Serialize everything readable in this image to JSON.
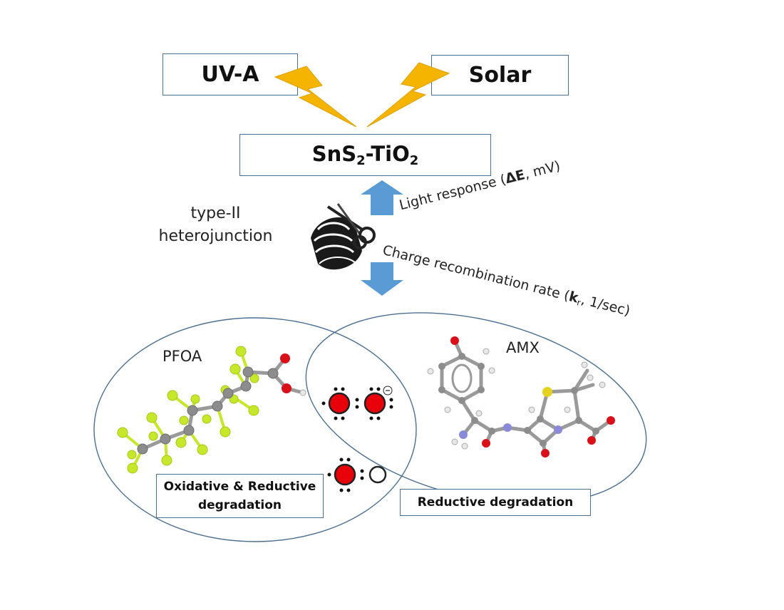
{
  "sources": {
    "left": "UV-A",
    "right": "Solar"
  },
  "catalyst": {
    "text": "SnS",
    "sub1": "2",
    "mid": "-TiO",
    "sub2": "2"
  },
  "junction": {
    "line1": "type-II",
    "line2": "heterojunction"
  },
  "light_response": {
    "prefix": "Light response (",
    "bold": "ΔE",
    "suffix": ", mV)"
  },
  "recombination": {
    "prefix": "Charge recombination rate (",
    "bold": "k",
    "sub": "r",
    "suffix": ", 1/sec)"
  },
  "sets": {
    "left": "PFOA",
    "right": "AMX"
  },
  "outcomes": {
    "left_line1": "Oxidative & Reductive",
    "left_line2": "degradation",
    "right": "Reductive degradation"
  },
  "colors": {
    "border": "#4a6f91",
    "bolt": "#f5b400",
    "arrow": "#5b9bd5",
    "radical": "#e8000b",
    "fluorine": "#c6e82a",
    "carbon": "#8c8c8c",
    "oxygen": "#d9101a",
    "sulfur": "#e6d21e",
    "nitrogen": "#8a8ad8",
    "hydrogen": "#e8e8e8"
  }
}
